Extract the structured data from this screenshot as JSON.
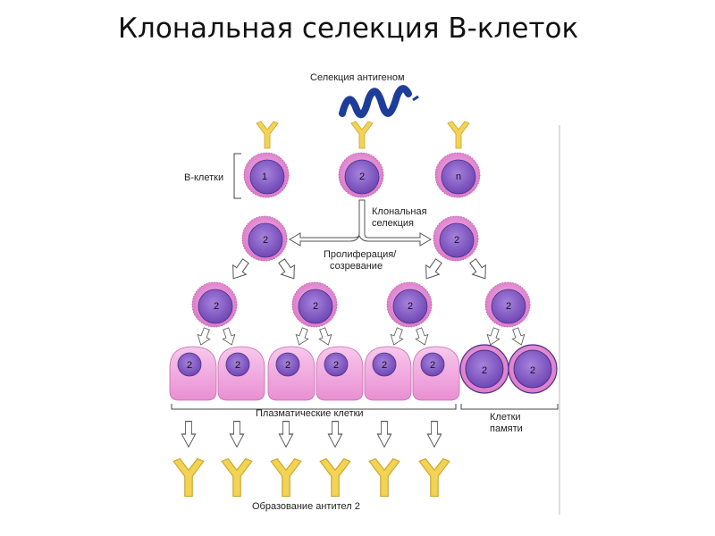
{
  "slide": {
    "title": "Клональная селекция В-клеток"
  },
  "labels": {
    "antigen_selection": "Селекция антигеном",
    "b_cells": "В-клетки",
    "clonal_selection_line1": "Клональная",
    "clonal_selection_line2": "селекция",
    "proliferation_line1": "Пролиферация/",
    "proliferation_line2": "созревание",
    "plasma_cells": "Плазматические клетки",
    "memory_cells_line1": "Клетки",
    "memory_cells_line2": "памяти",
    "antibody_formation": "Образование антител 2"
  },
  "cell_numbers": {
    "b_cell_1": "1",
    "b_cell_2": "2",
    "b_cell_n": "n",
    "clone": "2"
  },
  "colors": {
    "cell_outer": "#e48ad4",
    "cell_inner": "#8a5fc9",
    "plasma_body": "#f0a9dd",
    "antibody": "#f2d354",
    "antigen": "#1e3d9a"
  }
}
